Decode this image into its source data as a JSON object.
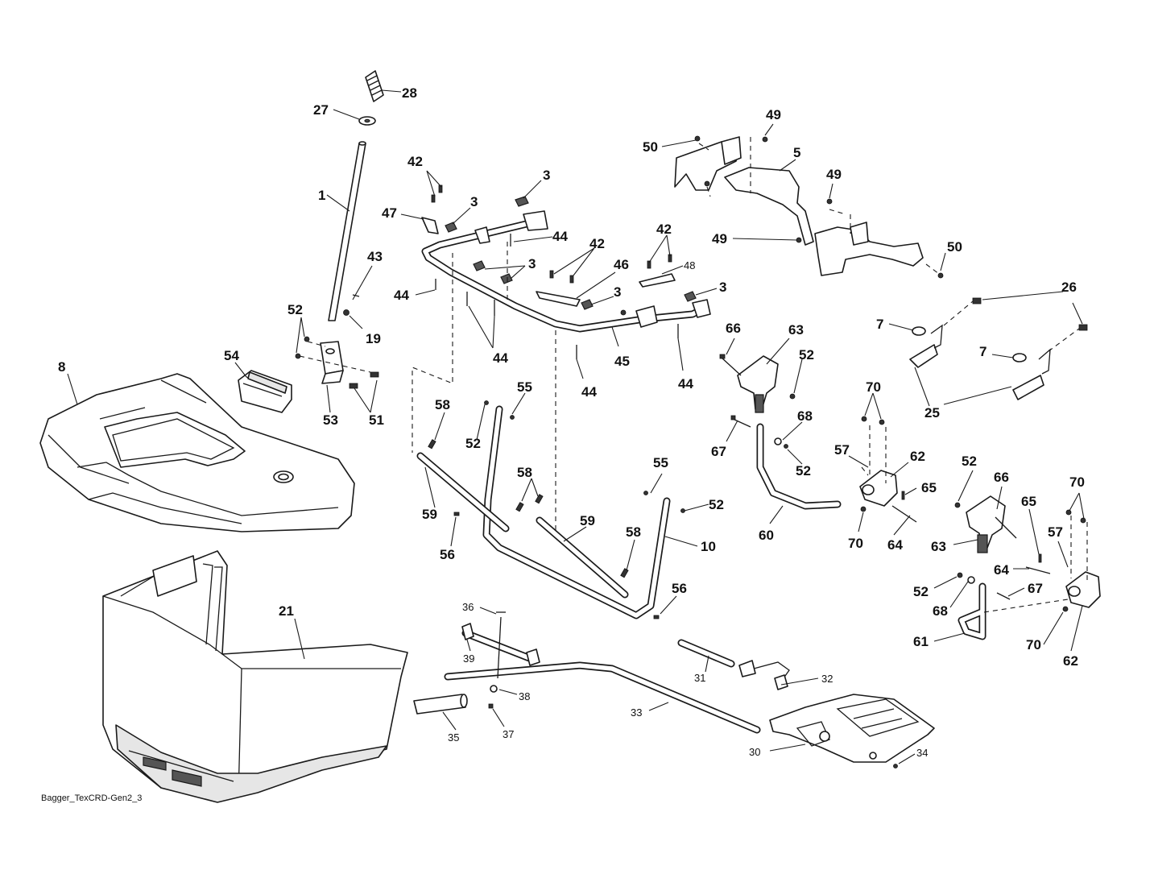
{
  "diagram": {
    "footer_label": "Bagger_TexCRD-Gen2_3"
  },
  "callouts": {
    "c28": "28",
    "c27": "27",
    "c1": "1",
    "c43": "43",
    "c52a": "52",
    "c19": "19",
    "c54": "54",
    "c53": "53",
    "c51": "51",
    "c8": "8",
    "c21": "21",
    "c42a": "42",
    "c47": "47",
    "c3a": "3",
    "c3b": "3",
    "c44a": "44",
    "c44b": "44",
    "c3c": "3",
    "c44c": "44",
    "c42b": "42",
    "c46": "46",
    "c3d": "3",
    "c42c": "42",
    "c48": "48",
    "c3e": "3",
    "c45": "45",
    "c44d": "44",
    "c44e": "44",
    "c49a": "49",
    "c50a": "50",
    "c5": "5",
    "c49b": "49",
    "c49c": "49",
    "c50b": "50",
    "c26": "26",
    "c7a": "7",
    "c7b": "7",
    "c25": "25",
    "c66a": "66",
    "c63a": "63",
    "c52b": "52",
    "c70a": "70",
    "c67a": "67",
    "c68a": "68",
    "c52c": "52",
    "c57a": "57",
    "c62a": "62",
    "c65a": "65",
    "c60": "60",
    "c70b": "70",
    "c64a": "64",
    "c52d": "52",
    "c66b": "66",
    "c70c": "70",
    "c65b": "65",
    "c57b": "57",
    "c63b": "63",
    "c64b": "64",
    "c52e": "52",
    "c67b": "67",
    "c68b": "68",
    "c61": "61",
    "c70d": "70",
    "c62b": "62",
    "c58a": "58",
    "c55a": "55",
    "c52f": "52",
    "c59a": "59",
    "c56a": "56",
    "c58b": "58",
    "c55b": "55",
    "c52g": "52",
    "c59b": "59",
    "c58c": "58",
    "c10": "10",
    "c56b": "56",
    "c36": "36",
    "c39": "39",
    "c38": "38",
    "c37": "37",
    "c35": "35",
    "c33": "33",
    "c31": "31",
    "c32": "32",
    "c30": "30",
    "c34": "34"
  }
}
